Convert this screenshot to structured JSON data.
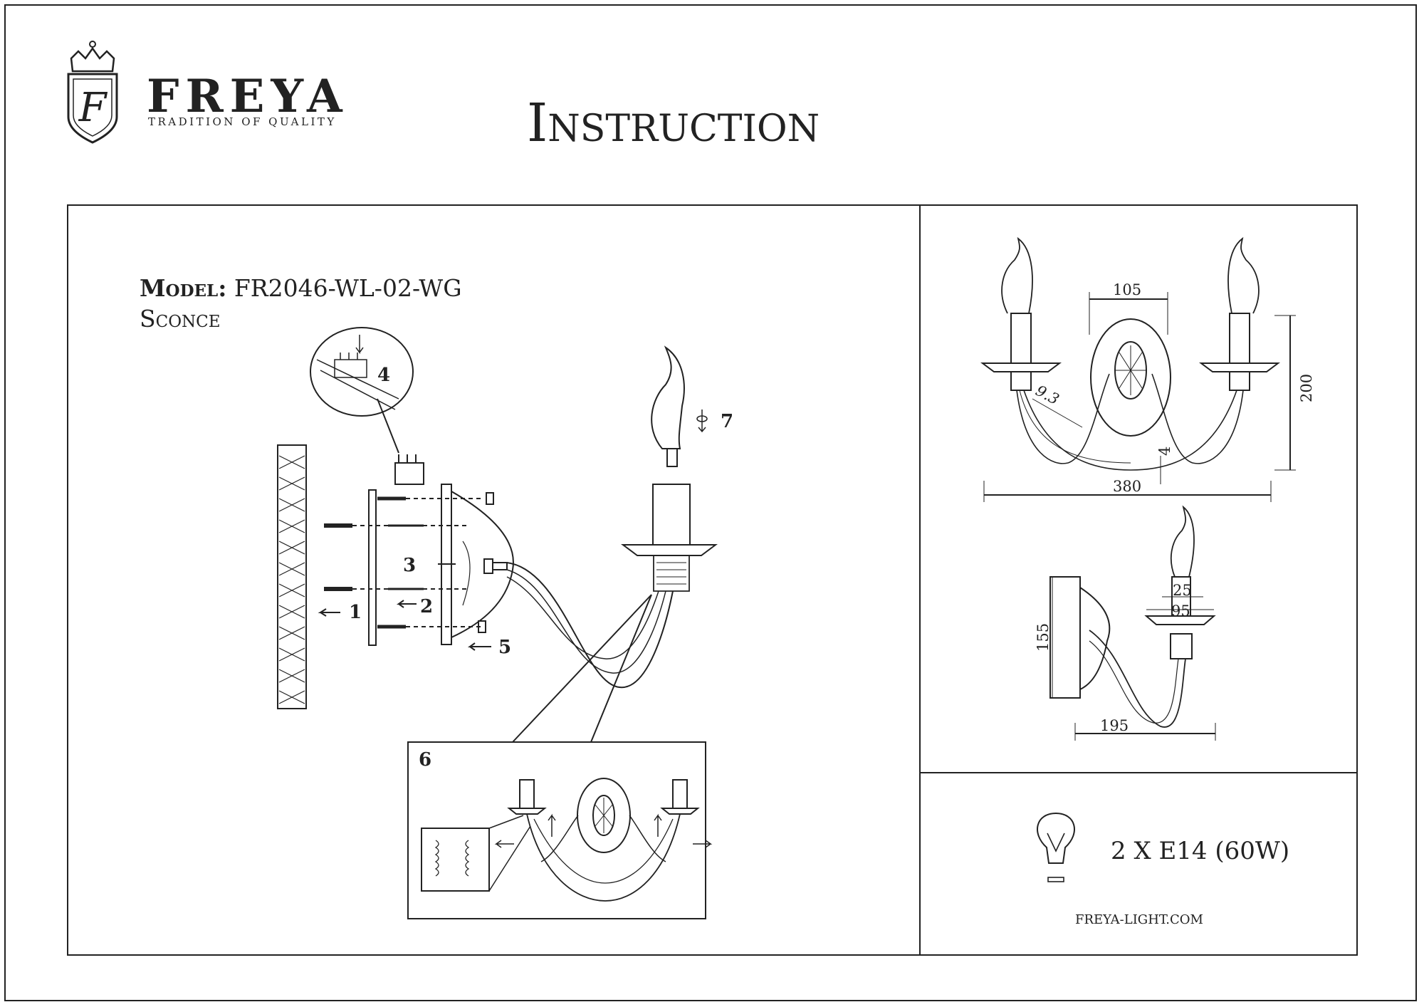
{
  "brand": {
    "name": "FREYA",
    "tagline": "TRADITION OF QUALITY",
    "crest_letter": "F"
  },
  "title": "Instruction",
  "model": {
    "label": "Model:",
    "code": "FR2046-WL-02-WG",
    "type": "Sconce"
  },
  "steps": [
    "1",
    "2",
    "3",
    "4",
    "5",
    "6",
    "7"
  ],
  "dimensions": {
    "front": {
      "width": "380",
      "plate_width": "105",
      "height": "200",
      "arm_offset": "9.3",
      "arm_gap": "4"
    },
    "side": {
      "depth": "195",
      "height": "155",
      "cup": "95",
      "candle": "25"
    }
  },
  "lamp": {
    "spec": "2 X E14 (60W)",
    "icon": "light-bulb-icon"
  },
  "website": "FREYA-LIGHT.COM"
}
